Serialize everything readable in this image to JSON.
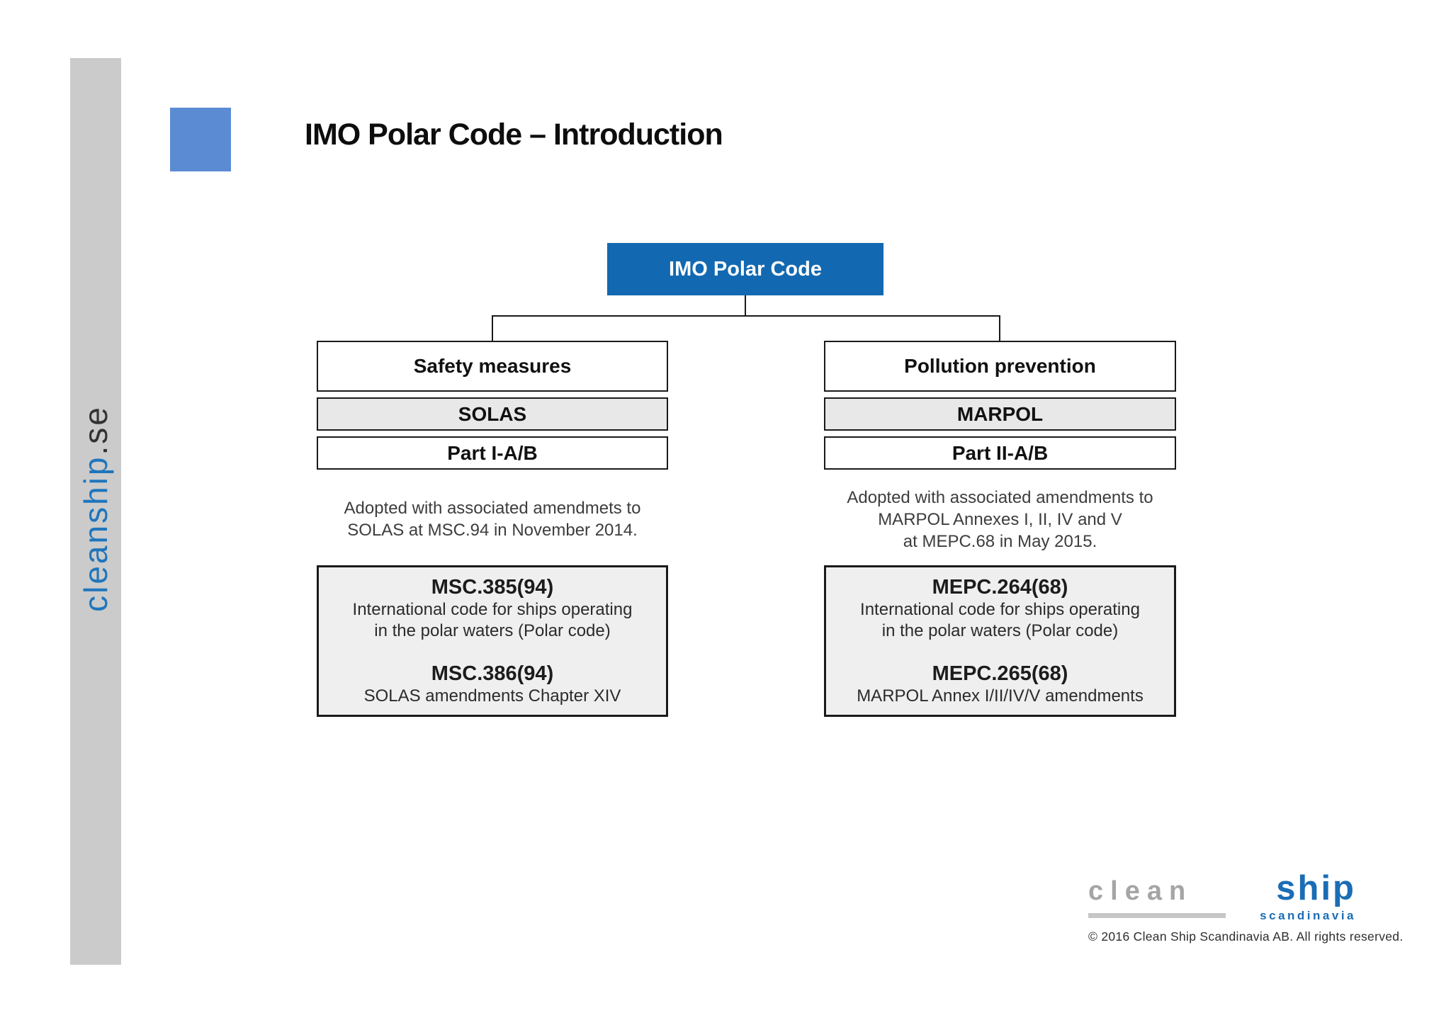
{
  "colors": {
    "sidebar-bg": "#cbcbcb",
    "sidebar-blue": "#1f75bc",
    "sidebar-dark": "#333333",
    "accent-blue": "#5b8bd3",
    "root-blue": "#1269b1",
    "line": "#1a1a1a",
    "conv-fill": "#e8e8e8",
    "res-fill": "#efefef",
    "logo-gray": "#a5a5a5",
    "logo-bar": "#c6c6c6",
    "logo-blue": "#1a6db6"
  },
  "header": {
    "title": "IMO Polar Code – Introduction"
  },
  "sidebar": {
    "brand_primary": "cleanship",
    "brand_suffix": ".se"
  },
  "diagram": {
    "root_label": "IMO Polar Code",
    "branches": [
      {
        "header": "Safety measures",
        "convention": "SOLAS",
        "part": "Part I-A/B",
        "note_lines": [
          "Adopted with associated amendmets to",
          "SOLAS at MSC.94 in November 2014."
        ],
        "resolutions": [
          {
            "code": "MSC.385(94)",
            "lines": [
              "International code for ships operating",
              "in the polar waters (Polar code)"
            ]
          },
          {
            "code": "MSC.386(94)",
            "lines": [
              "SOLAS amendments Chapter XIV"
            ]
          }
        ]
      },
      {
        "header": "Pollution prevention",
        "convention": "MARPOL",
        "part": "Part II-A/B",
        "note_lines": [
          "Adopted with associated amendments to",
          "MARPOL Annexes I, II, IV and V",
          "at MEPC.68 in May 2015."
        ],
        "resolutions": [
          {
            "code": "MEPC.264(68)",
            "lines": [
              "International code for ships operating",
              "in the polar waters (Polar code)"
            ]
          },
          {
            "code": "MEPC.265(68)",
            "lines": [
              "MARPOL Annex I/II/IV/V amendments"
            ]
          }
        ]
      }
    ]
  },
  "footer": {
    "logo_word1": "clean",
    "logo_word2": "ship",
    "logo_subtext": "scandinavia",
    "copyright": "© 2016 Clean Ship Scandinavia AB. All rights reserved."
  }
}
